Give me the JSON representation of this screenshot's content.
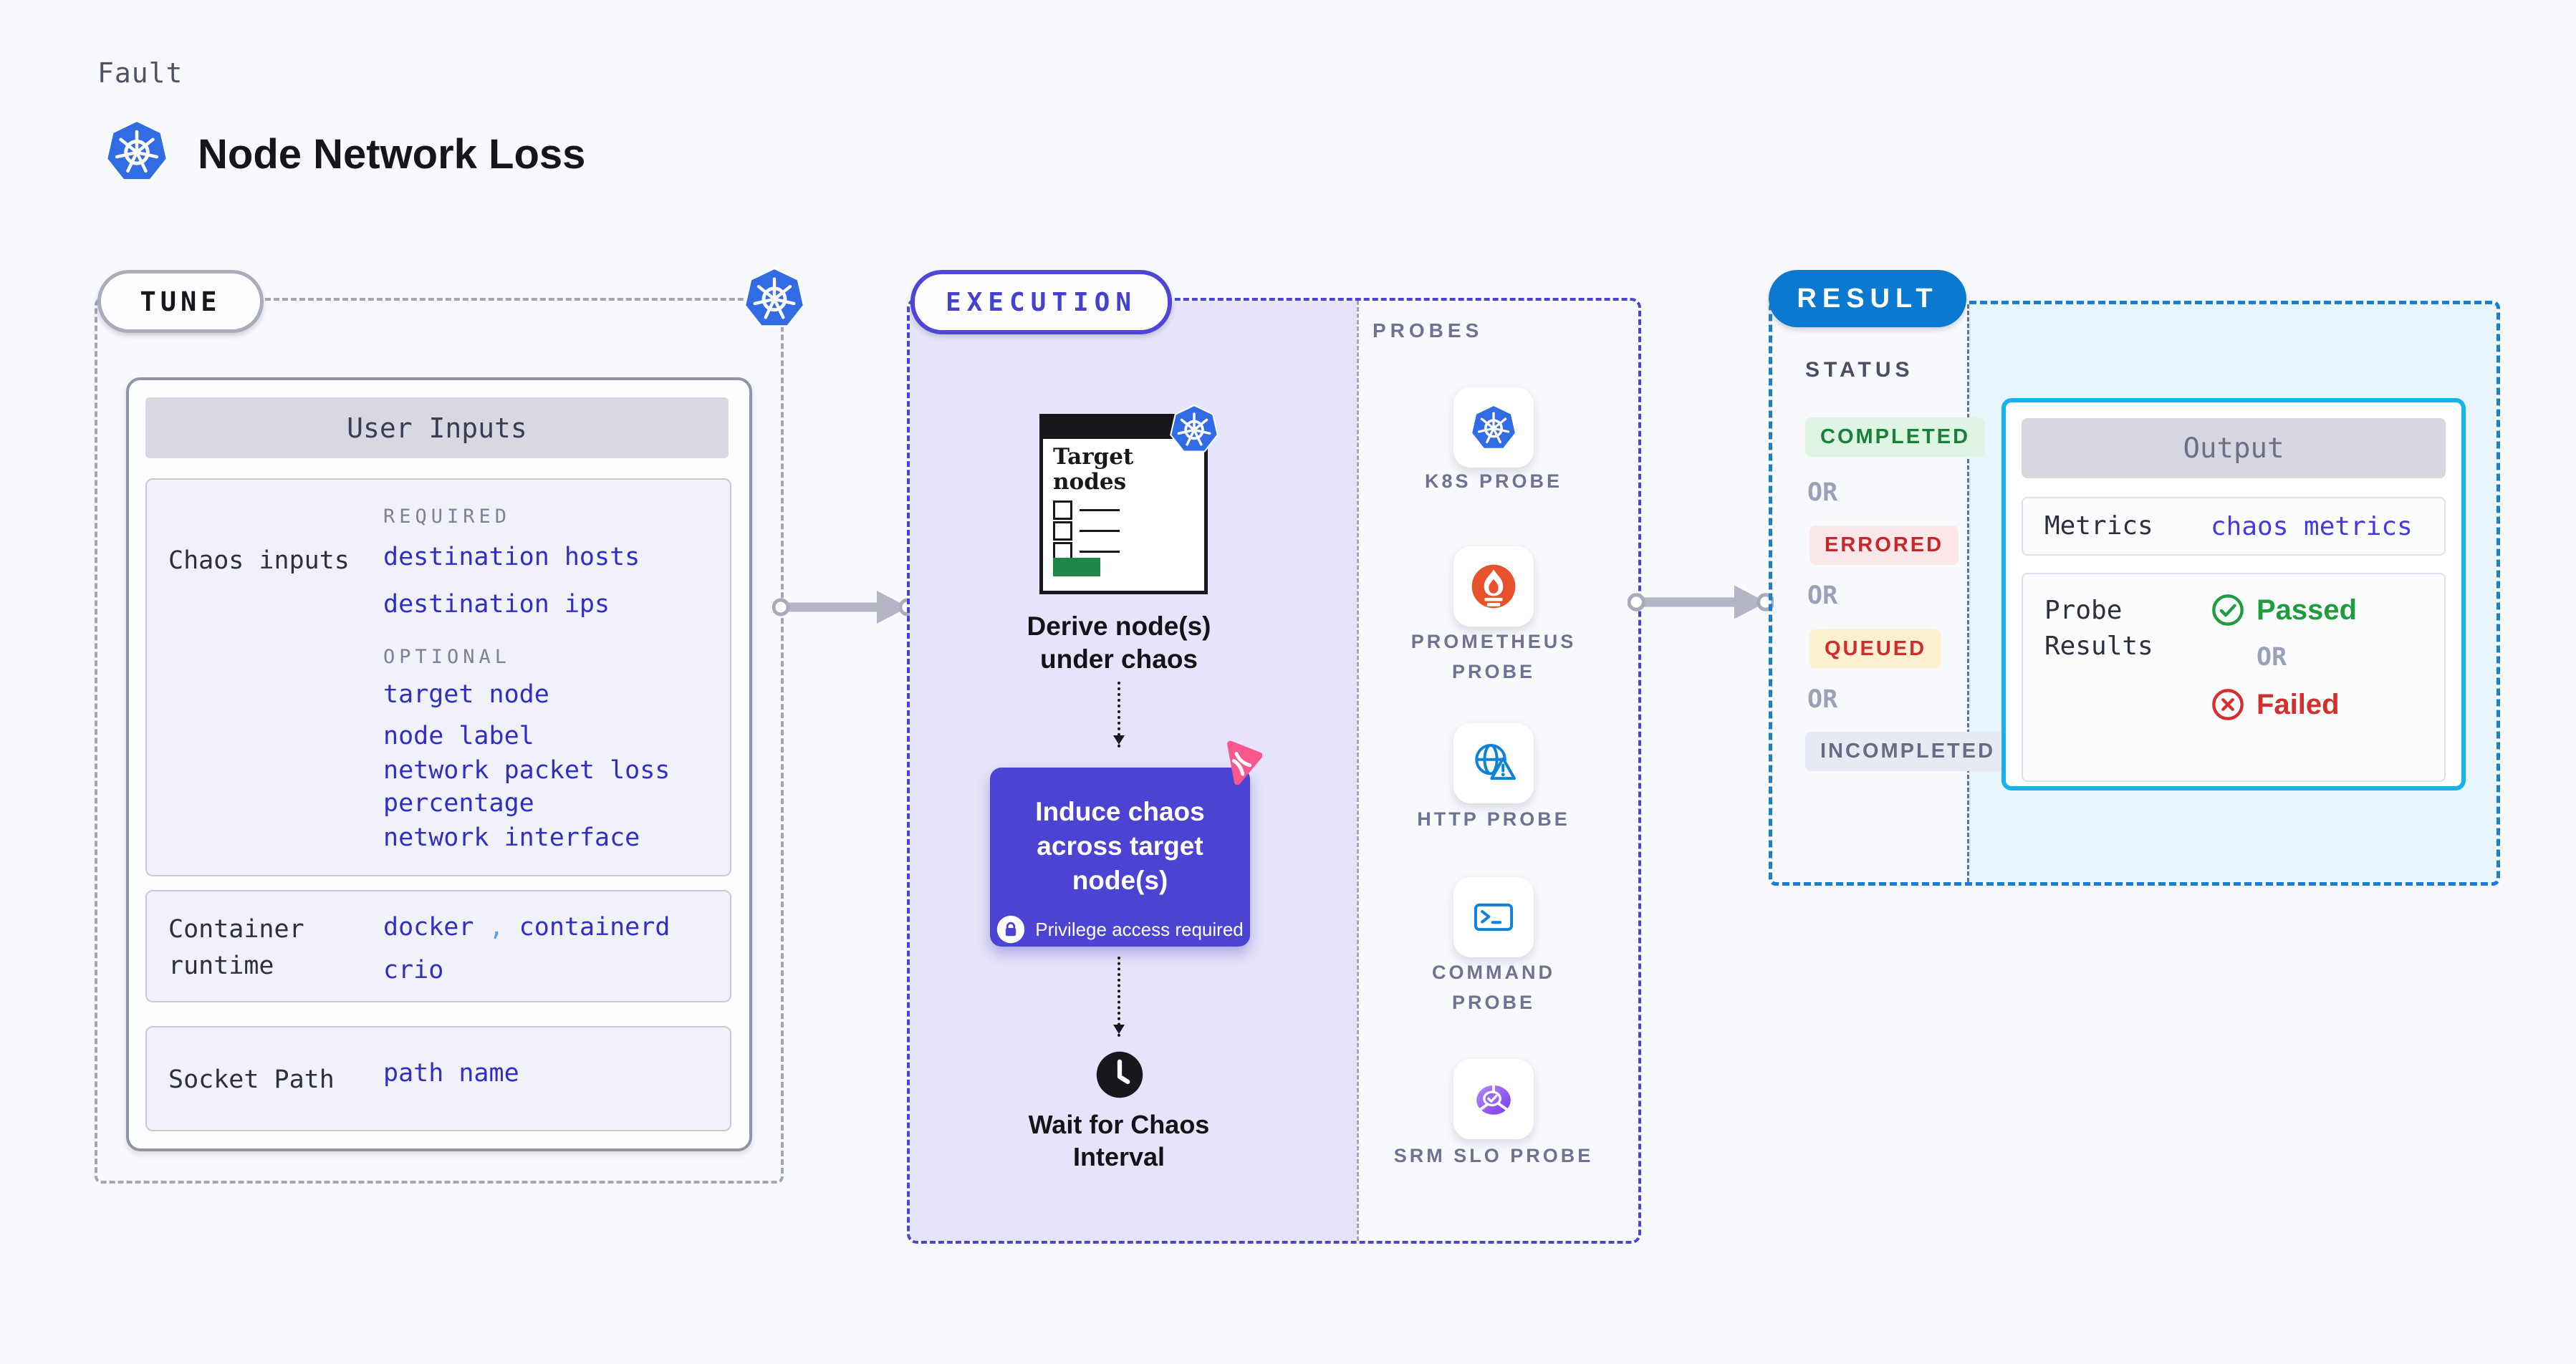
{
  "header": {
    "eyebrow": "Fault",
    "title": "Node Network Loss",
    "icon": "kubernetes-logo"
  },
  "colors": {
    "k8s_blue": "#326ce5",
    "accent_indigo": "#4c43d3",
    "execution_dash": "#4b44d2",
    "result_blue": "#0b79d0",
    "result_dash": "#1b7ed2",
    "output_border": "#16b2ea",
    "lavender_bg": "#e5e4fa",
    "cyan_bg": "#e8f5fc",
    "link_blue": "#2f2fc5",
    "prometheus_orange": "#e6522c",
    "litmus_pink": "#f9588f",
    "passed_green": "#1f9d3e",
    "failed_red": "#d32f2f",
    "target_green": "#1d8649"
  },
  "tune": {
    "label": "TUNE",
    "user_inputs": {
      "header": "User Inputs",
      "chaos_inputs": {
        "label": "Chaos inputs",
        "required_heading": "REQUIRED",
        "required_links": [
          "destination hosts",
          "destination ips"
        ],
        "optional_heading": "OPTIONAL",
        "optional_links": [
          "target node",
          "node label",
          "network packet loss percentage",
          "network interface"
        ]
      },
      "container_runtime": {
        "label": "Container runtime",
        "values": [
          "docker",
          "containerd",
          "crio"
        ],
        "separator": ","
      },
      "socket_path": {
        "label": "Socket Path",
        "value": "path name"
      }
    }
  },
  "execution": {
    "label": "EXECUTION",
    "target_card": {
      "title": "Target nodes"
    },
    "step_derive": "Derive node(s) under chaos",
    "step_induce": "Induce chaos across target node(s)",
    "privilege_note": "Privilege access required",
    "step_wait": "Wait for Chaos Interval",
    "probes": {
      "heading": "PROBES",
      "items": [
        {
          "label": "K8S PROBE",
          "icon": "kubernetes-logo"
        },
        {
          "label": "PROMETHEUS PROBE",
          "icon": "prometheus-logo"
        },
        {
          "label": "HTTP PROBE",
          "icon": "globe-warning-icon"
        },
        {
          "label": "COMMAND PROBE",
          "icon": "terminal-icon"
        },
        {
          "label": "SRM SLO PROBE",
          "icon": "slo-pie-icon"
        }
      ]
    }
  },
  "result": {
    "label": "RESULT",
    "status": {
      "heading": "STATUS",
      "or_label": "OR",
      "badges": [
        {
          "label": "COMPLETED",
          "fg": "#1a7f37",
          "bg": "#def5e3"
        },
        {
          "label": "ERRORED",
          "fg": "#c62828",
          "bg": "#fce8ea"
        },
        {
          "label": "QUEUED",
          "fg": "#cc2f2e",
          "bg": "#fdf1cf"
        },
        {
          "label": "INCOMPLETED",
          "fg": "#666c84",
          "bg": "#e8eaf3"
        }
      ]
    },
    "output": {
      "header": "Output",
      "metrics_label": "Metrics",
      "metrics_value": "chaos metrics",
      "probe_results_label": "Probe Results",
      "passed": "Passed",
      "or_label": "OR",
      "failed": "Failed"
    }
  }
}
